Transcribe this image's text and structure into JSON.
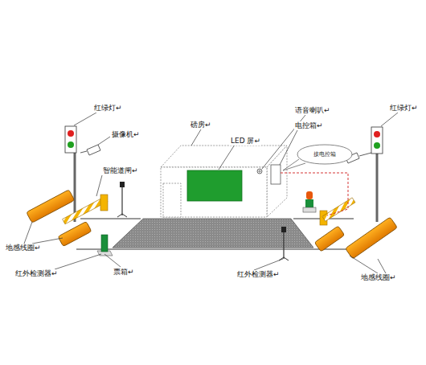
{
  "diagram": {
    "nodes": [
      {
        "text": [
          "接电控箱"
        ]
      }
    ],
    "edges": [],
    "labels": [
      "红绿灯↵",
      "摄像机↵",
      "智能道闸↵",
      "磅房↵",
      "LED 屏↵",
      "语音喇叭↵",
      "电控箱↵",
      "红绿灯↵",
      "地感线圈↵",
      "红外检测器↵",
      "票箱↵",
      "红外检测器↵",
      "地感线圈↵"
    ]
  }
}
